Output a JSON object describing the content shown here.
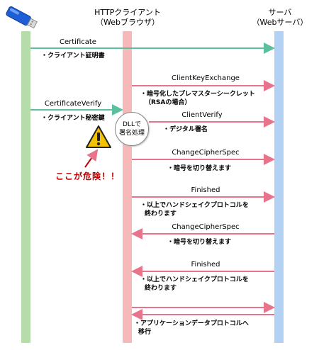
{
  "columns": {
    "browser": {
      "line1": "HTTPクライアント",
      "line2": "（Webブラウザ）"
    },
    "server": {
      "line1": "サーバ",
      "line2": "（Webサーバ）"
    }
  },
  "messages": [
    {
      "label": "Certificate",
      "note_lines": [
        "・クライアント証明書"
      ]
    },
    {
      "label": "ClientKeyExchange",
      "note_lines": [
        "・暗号化したプレマスターシークレット",
        "（RSAの場合）"
      ]
    },
    {
      "label": "CertificateVerify",
      "note_lines": [
        "・クライアント秘密鍵"
      ]
    },
    {
      "label": "ClientVerify",
      "note_lines": [
        "・デジタル署名"
      ]
    },
    {
      "label": "ChangeCipherSpec",
      "note_lines": [
        "・暗号を切り替えます"
      ]
    },
    {
      "label": "Finished",
      "note_lines": [
        "・以上でハンドシェイクプロトコルを",
        "終わります"
      ]
    },
    {
      "label": "ChangeCipherSpec",
      "note_lines": [
        "・暗号を切り替えます"
      ]
    },
    {
      "label": "Finished",
      "note_lines": [
        "・以上でハンドシェイクプロトコルを",
        "終わります"
      ]
    },
    {
      "label": "",
      "note_lines": [
        "・アプリケーションデータプロトコルへ",
        "移行"
      ]
    }
  ],
  "bubble": {
    "line1": "DLLで",
    "line2": "署名処理"
  },
  "warning_label": "ここが危険！！",
  "colors": {
    "arrow_client": "#5cbf9f",
    "arrow_server": "#e8748c",
    "warning": "#f2c200",
    "danger_text": "#c00000"
  }
}
